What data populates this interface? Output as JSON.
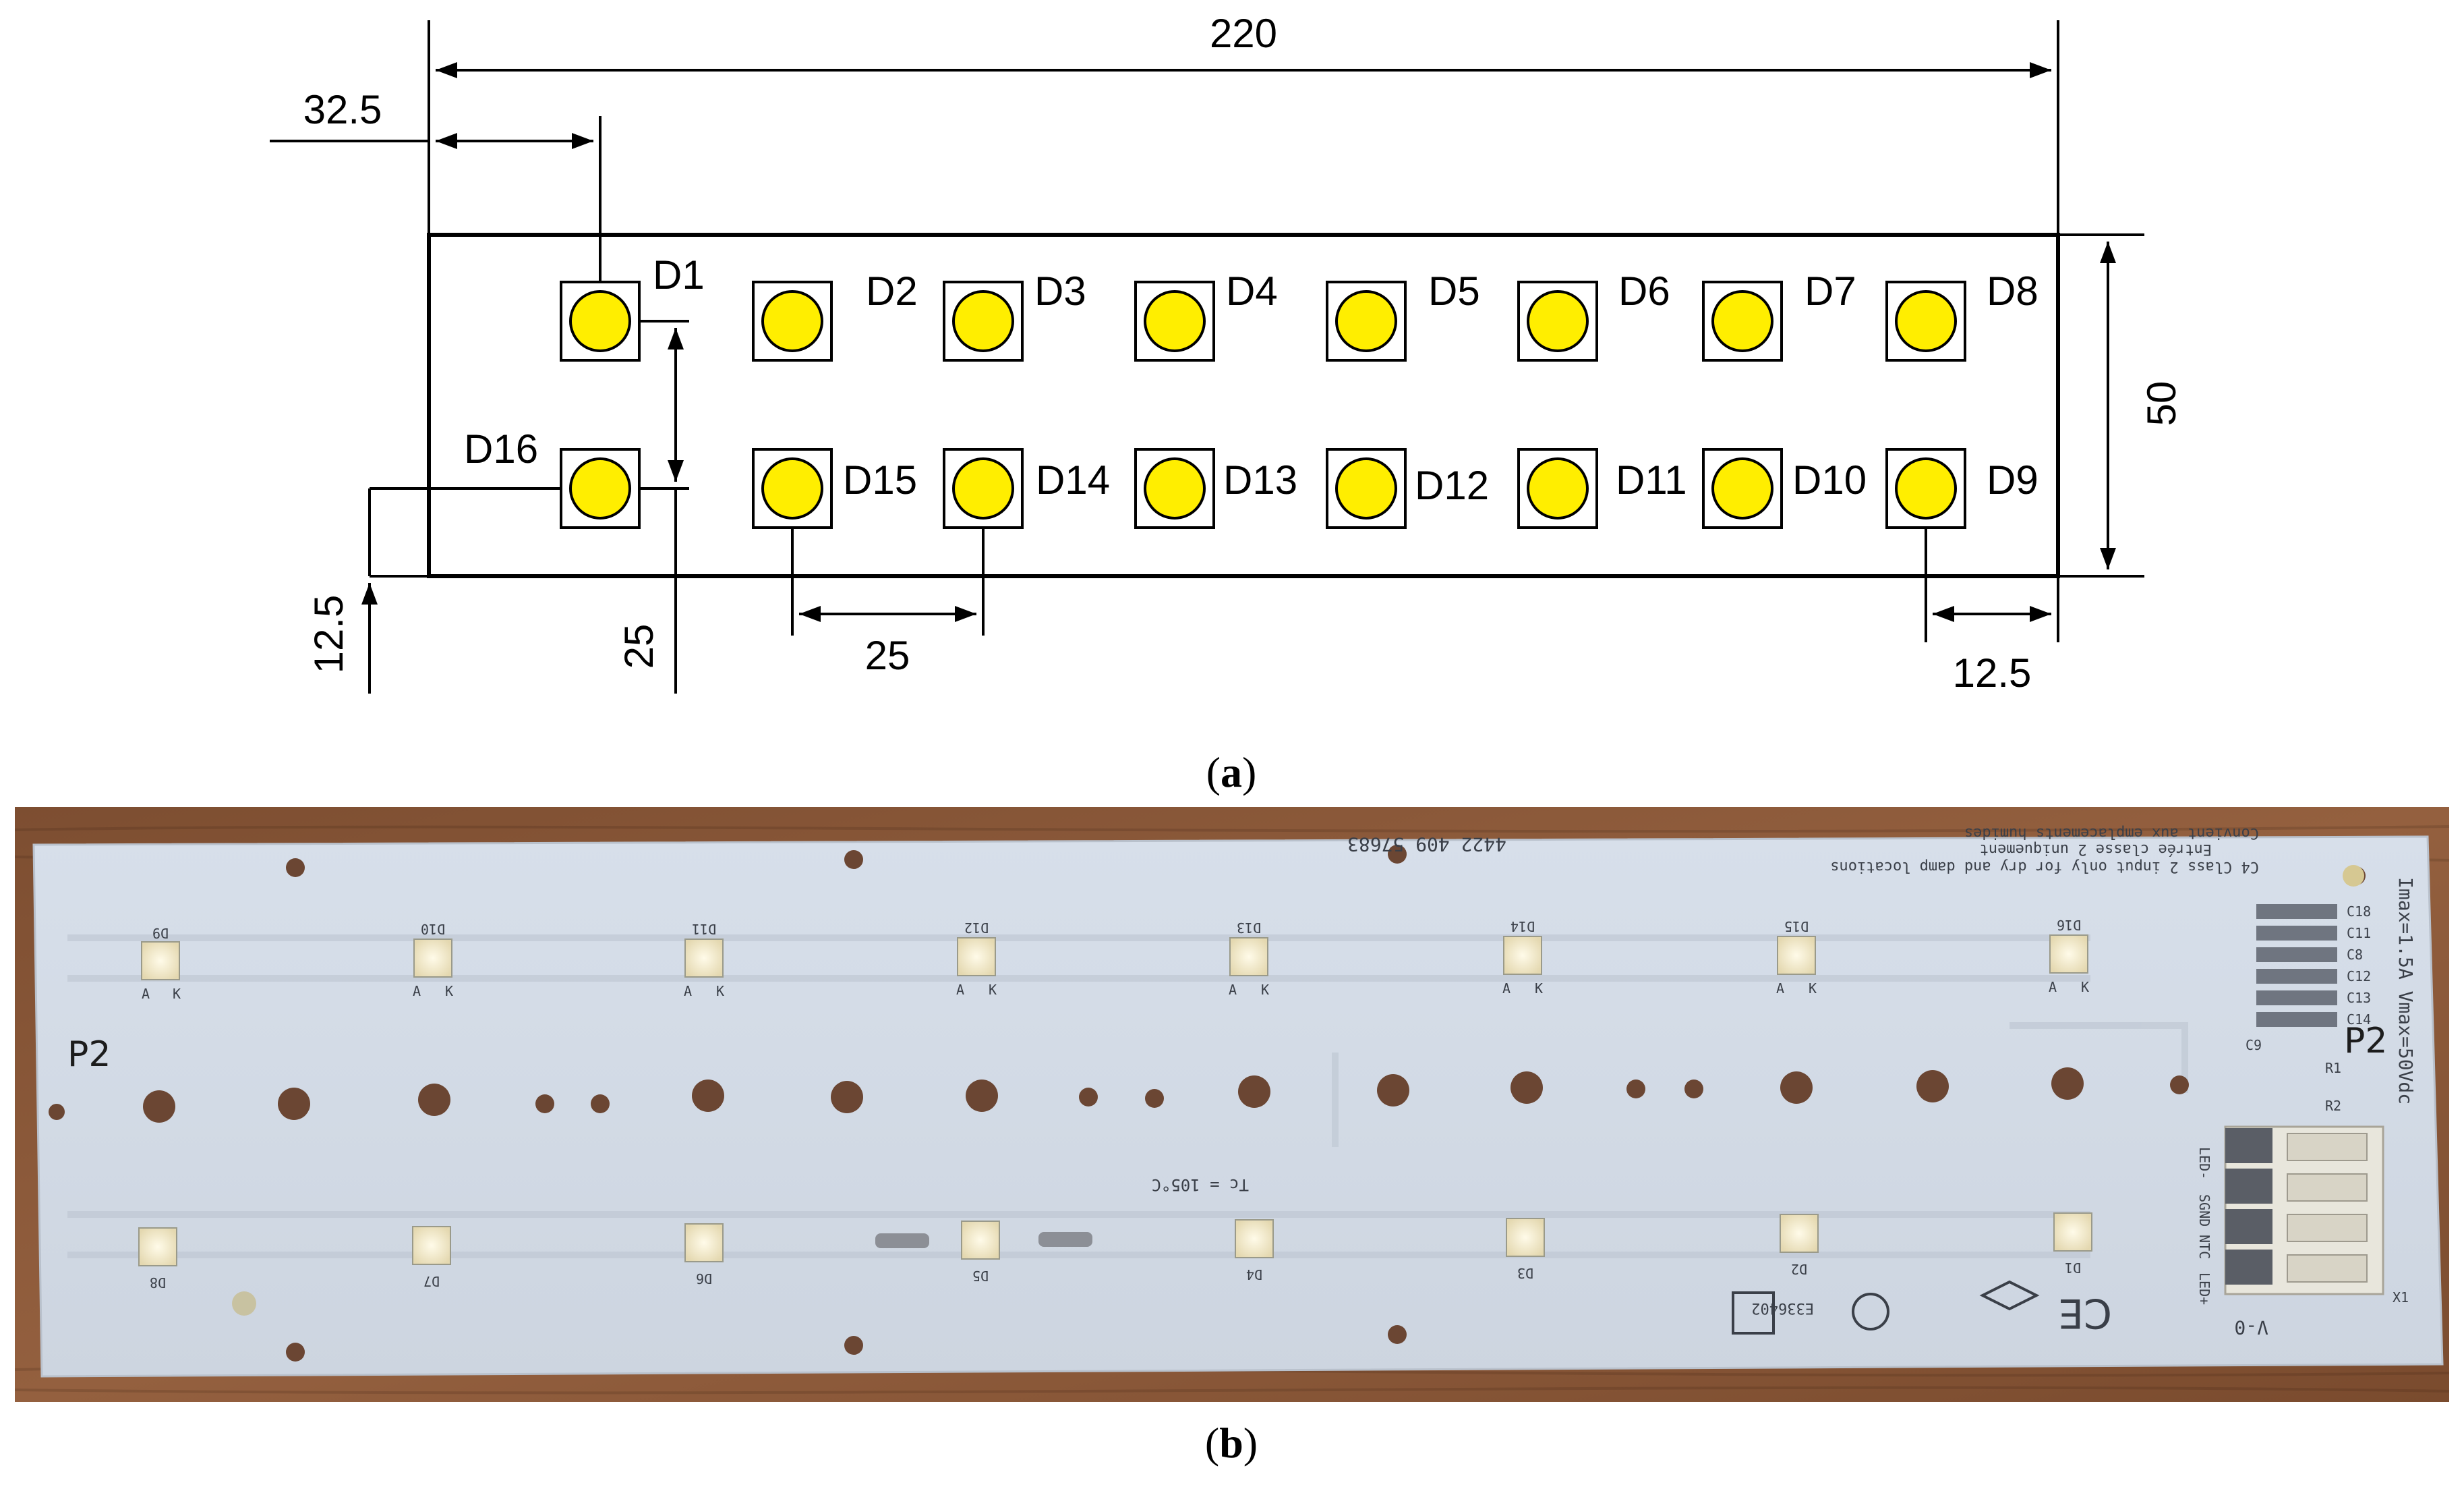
{
  "panel_a": {
    "label_open": "(",
    "label_letter": "a",
    "label_close": ")",
    "dimensions": {
      "length": "220",
      "first_offset": "32.5",
      "height": "50",
      "bottom_offset_left": "12.5",
      "row_spacing": "25",
      "pitch": "25",
      "right_offset": "12.5"
    },
    "leds": [
      {
        "id": "D1"
      },
      {
        "id": "D2"
      },
      {
        "id": "D3"
      },
      {
        "id": "D4"
      },
      {
        "id": "D5"
      },
      {
        "id": "D6"
      },
      {
        "id": "D7"
      },
      {
        "id": "D8"
      },
      {
        "id": "D9"
      },
      {
        "id": "D10"
      },
      {
        "id": "D11"
      },
      {
        "id": "D12"
      },
      {
        "id": "D13"
      },
      {
        "id": "D14"
      },
      {
        "id": "D15"
      },
      {
        "id": "D16"
      }
    ],
    "colors": {
      "led_fill": "#ffee00",
      "outline": "#000000"
    }
  },
  "panel_b": {
    "label_open": "(",
    "label_letter": "b",
    "label_close": ")",
    "colors": {
      "wood": "#8a5a3a",
      "board": "#d3dbe6",
      "led": "#f1ecd6"
    },
    "top_row_labels": [
      "D9",
      "D10",
      "D11",
      "D12",
      "D13",
      "D14",
      "D15",
      "D16"
    ],
    "bottom_row_labels": [
      "D8",
      "D7",
      "D6",
      "D5",
      "D4",
      "D3",
      "D2",
      "D1"
    ],
    "pin_labels": [
      "A",
      "K"
    ],
    "pcb_text": {
      "part_number": "4422 409 57683",
      "class_note": "C4 Class 2 input only for dry and damp locations",
      "french_line1": "Entrée classe 2 uniquement",
      "french_line2": "Convient aux emplacements humides",
      "temperature": "Tc = 105°C",
      "rating": "Imax=1.5A  Vmax=50Vdc",
      "certification": "E336402",
      "flammability": "V-0",
      "marks_left": "P2",
      "marks_right": "P2",
      "connector_pins": [
        "LED-",
        "SGND",
        "NTC",
        "LED+"
      ],
      "component_codes": [
        "C18",
        "C11",
        "C8",
        "C12",
        "C13",
        "C14",
        "C9",
        "R1",
        "R2",
        "X1"
      ]
    }
  }
}
